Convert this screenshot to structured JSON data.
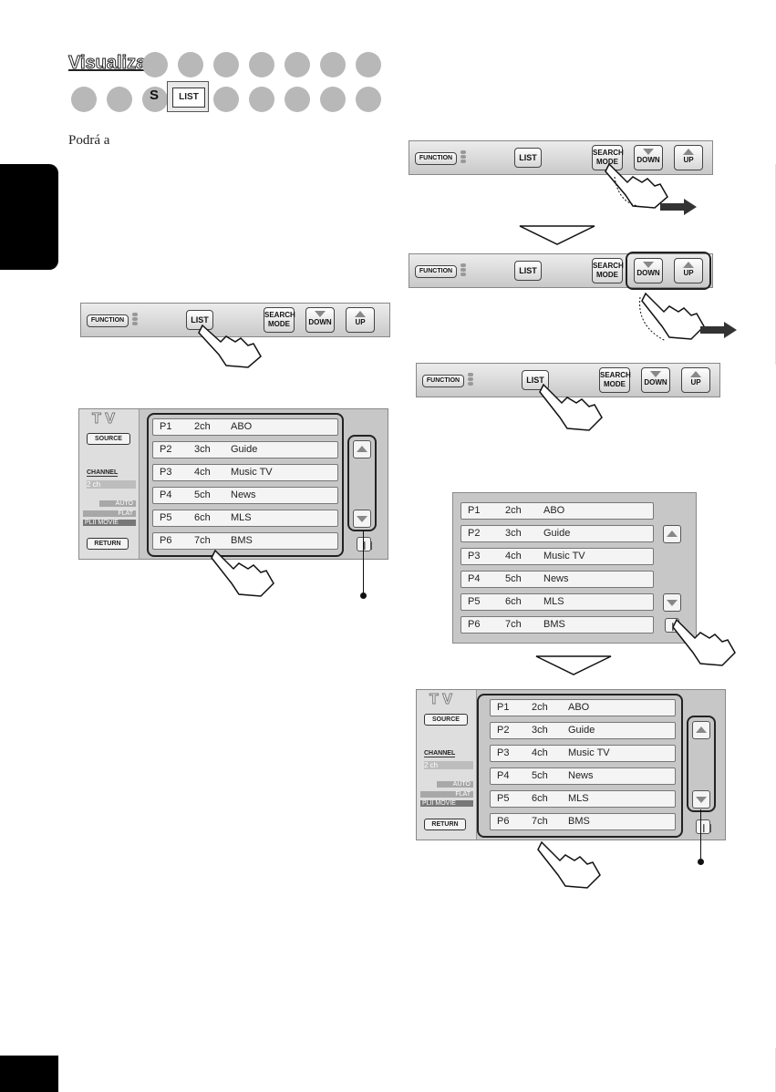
{
  "header": {
    "title": "Visualiza",
    "subtitle_letter": "S",
    "list_badge": "LIST"
  },
  "intro": {
    "text": "Podrá a"
  },
  "toolbar": {
    "function": "FUNCTION",
    "list": "LIST",
    "search_line1": "SEARCH",
    "search_line2": "MODE",
    "down": "DOWN",
    "up": "UP"
  },
  "tv_panel": {
    "title": "T V",
    "source": "SOURCE",
    "channel_label": "CHANNEL",
    "channel_value": "2 ch",
    "mode_auto": "AUTO",
    "mode_flat": "FLAT",
    "prologic": "PLII MOVIE",
    "return": "RETURN"
  },
  "channels": [
    {
      "preset": "P1",
      "ch": "2ch",
      "name": "ABO"
    },
    {
      "preset": "P2",
      "ch": "3ch",
      "name": "Guide"
    },
    {
      "preset": "P3",
      "ch": "4ch",
      "name": "Music TV"
    },
    {
      "preset": "P4",
      "ch": "5ch",
      "name": "News"
    },
    {
      "preset": "P5",
      "ch": "6ch",
      "name": "MLS"
    },
    {
      "preset": "P6",
      "ch": "7ch",
      "name": "BMS"
    }
  ],
  "colors": {
    "page_tab": "#000000",
    "panel_bg": "#c7c7c7",
    "row_bg": "#f4f4f4"
  }
}
